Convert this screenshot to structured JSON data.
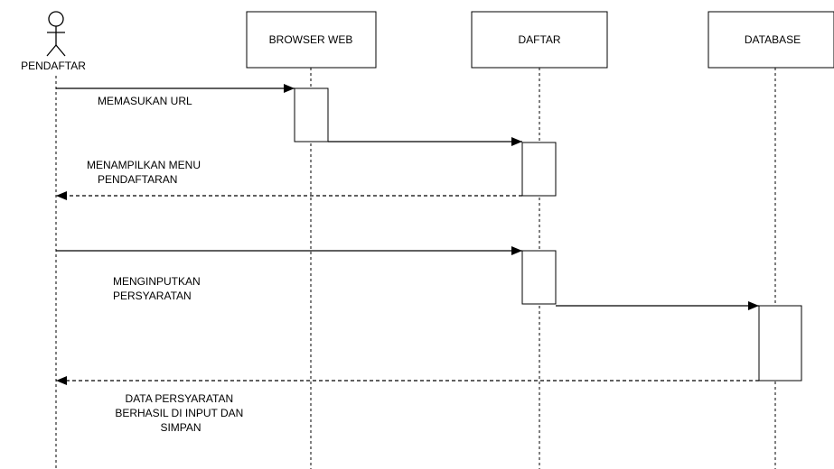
{
  "actor": {
    "name": "PENDAFTAR"
  },
  "participants": [
    {
      "id": "browser",
      "label": "BROWSER WEB"
    },
    {
      "id": "daftar",
      "label": "DAFTAR"
    },
    {
      "id": "database",
      "label": "DATABASE"
    }
  ],
  "messages": [
    {
      "from": "actor",
      "to": "browser",
      "kind": "call",
      "lines": [
        "MEMASUKAN URL"
      ]
    },
    {
      "from": "browser",
      "to": "daftar",
      "kind": "call",
      "lines": []
    },
    {
      "from": "daftar",
      "to": "actor",
      "kind": "return",
      "lines": [
        "MENAMPILKAN MENU",
        "PENDAFTARAN"
      ]
    },
    {
      "from": "actor",
      "to": "daftar",
      "kind": "call",
      "lines": [
        "MENGINPUTKAN",
        "PERSYARATAN"
      ]
    },
    {
      "from": "daftar",
      "to": "database",
      "kind": "call",
      "lines": []
    },
    {
      "from": "database",
      "to": "actor",
      "kind": "return",
      "lines": [
        "DATA PERSYARATAN",
        "BERHASIL DI INPUT DAN",
        "SIMPAN"
      ]
    }
  ]
}
